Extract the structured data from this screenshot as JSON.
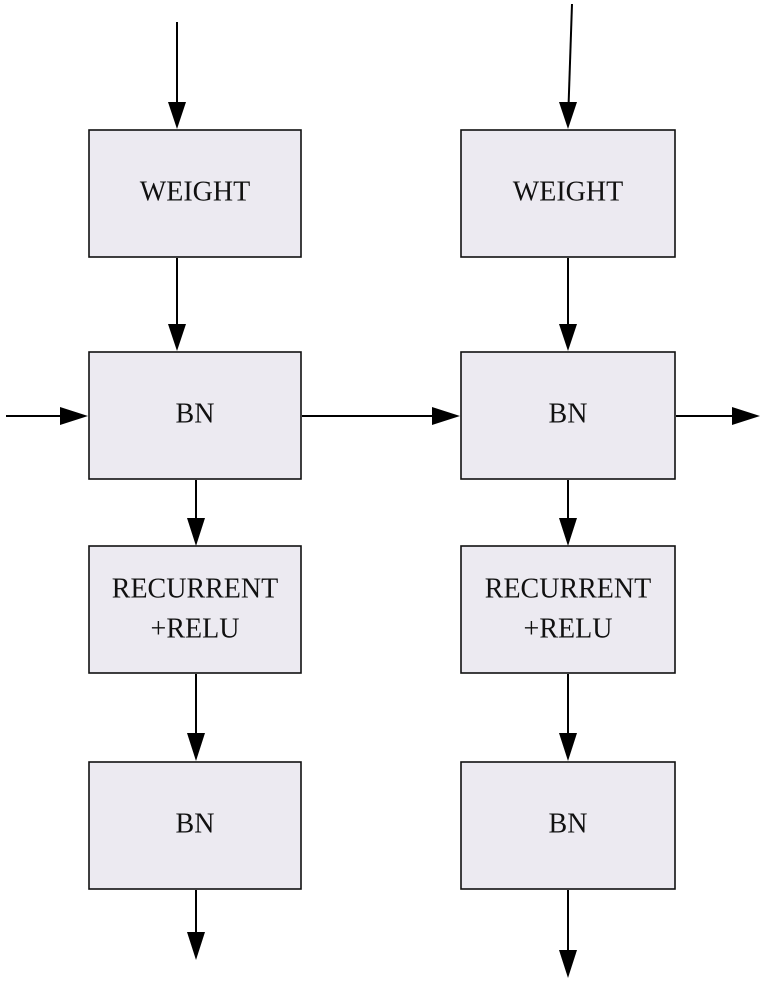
{
  "diagram": {
    "columns": [
      {
        "weight_label": "WEIGHT",
        "bn_top_label": "BN",
        "recurrent_line1": "RECURRENT",
        "recurrent_line2": "+RELU",
        "bn_bottom_label": "BN"
      },
      {
        "weight_label": "WEIGHT",
        "bn_top_label": "BN",
        "recurrent_line1": "RECURRENT",
        "recurrent_line2": "+RELU",
        "bn_bottom_label": "BN"
      }
    ],
    "colors": {
      "box_fill": "#ECEAF1",
      "stroke": "#111111"
    }
  }
}
